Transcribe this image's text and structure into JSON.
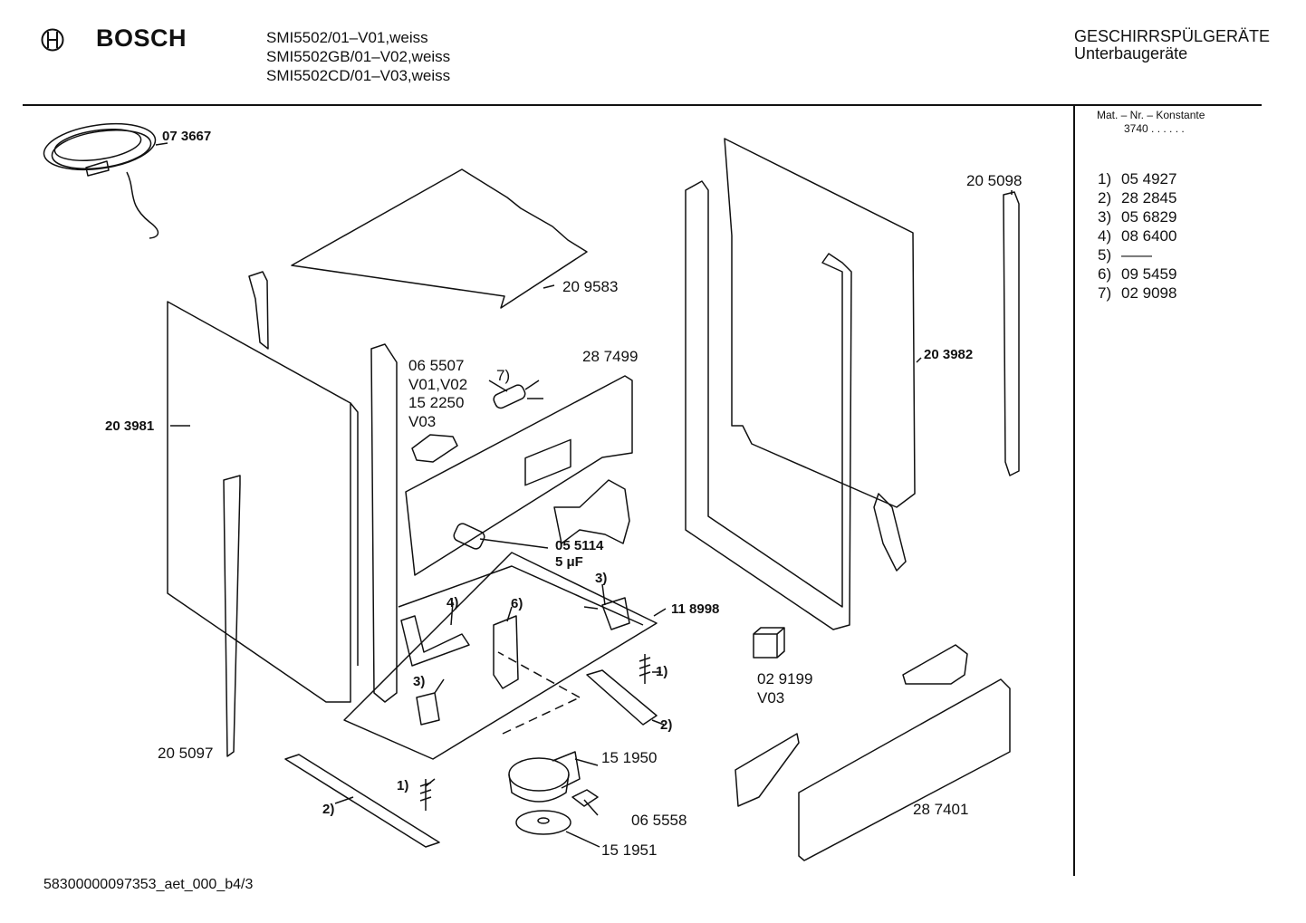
{
  "header": {
    "brand": "BOSCH",
    "models": [
      "SMI5502/01–V01,weiss",
      "SMI5502GB/01–V02,weiss",
      "SMI5502CD/01–V03,weiss"
    ],
    "category_title": "GESCHIRRSPÜLGERÄTE",
    "category_subtitle": "Unterbaugeräte"
  },
  "sidebar": {
    "mat_label": "Mat. – Nr. – Konstante",
    "mat_value": "3740  .  .  .  .  .  .",
    "parts": [
      {
        "idx": "1)",
        "num": "05 4927"
      },
      {
        "idx": "2)",
        "num": "28 2845"
      },
      {
        "idx": "3)",
        "num": "05 6829"
      },
      {
        "idx": "4)",
        "num": "08 6400"
      },
      {
        "idx": "5)",
        "num": "——"
      },
      {
        "idx": "6)",
        "num": "09 5459"
      },
      {
        "idx": "7)",
        "num": "02 9098"
      }
    ]
  },
  "callouts": {
    "c073667": "07 3667",
    "c209583": "20 9583",
    "c203981": "20 3981",
    "c065507": "06 5507",
    "v0102": "V01,V02",
    "c152250": "15 2250",
    "v03a": "V03",
    "n7": "7)",
    "c287499": "28 7499",
    "c203982": "20 3982",
    "c205098": "20 5098",
    "c055114": "05 5114",
    "uf": "5 μF",
    "n3a": "3)",
    "n3b": "3)",
    "c118998": "11 8998",
    "n4": "4)",
    "n6": "6)",
    "n1a": "1)",
    "n1b": "1)",
    "n2a": "2)",
    "n2b": "2)",
    "c029199": "02 9199",
    "v03b": "V03",
    "c205097": "20 5097",
    "c151950": "15 1950",
    "c065558": "06 5558",
    "c151951": "15 1951",
    "c287401": "28 7401"
  },
  "footer": {
    "doc_id": "58300000097353_aet_000_b4/3"
  }
}
